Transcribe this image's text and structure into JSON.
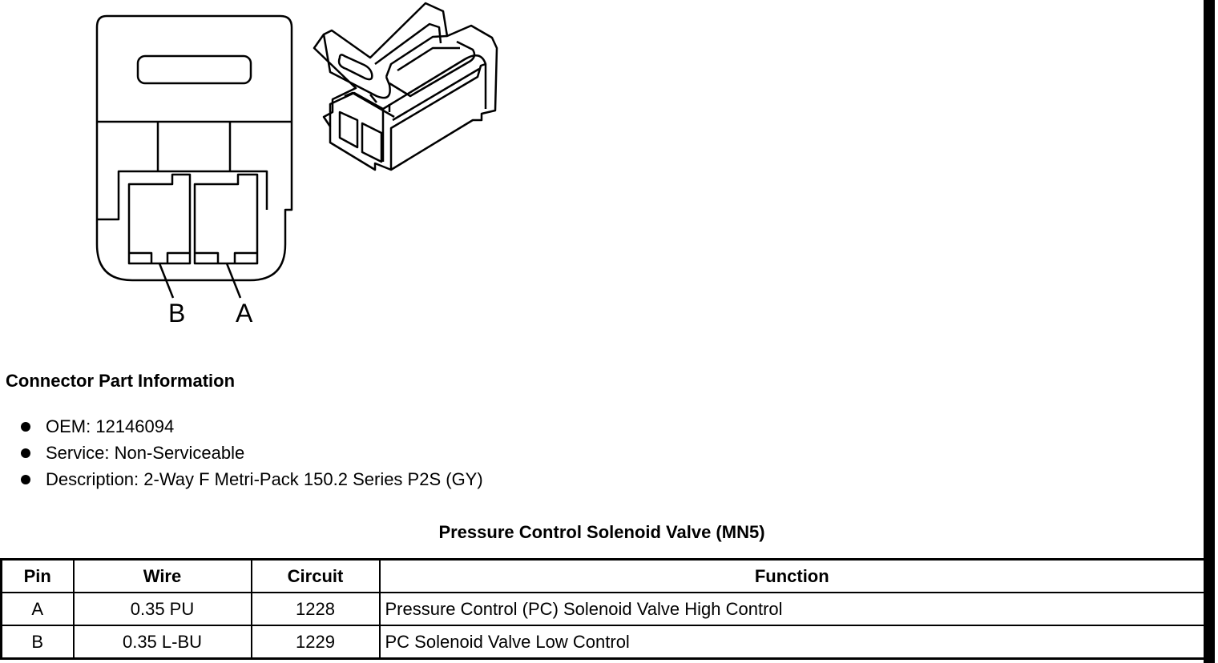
{
  "diagram": {
    "pin_labels": [
      "B",
      "A"
    ]
  },
  "connector_info": {
    "title": "Connector Part Information",
    "items": [
      "OEM: 12146094",
      "Service: Non-Serviceable",
      "Description: 2-Way F Metri-Pack 150.2 Series P2S (GY)"
    ]
  },
  "pin_table": {
    "title": "Pressure Control Solenoid Valve (MN5)",
    "headers": [
      "Pin",
      "Wire",
      "Circuit",
      "Function"
    ],
    "rows": [
      [
        "A",
        "0.35 PU",
        "1228",
        "Pressure Control (PC) Solenoid Valve High Control"
      ],
      [
        "B",
        "0.35 L-BU",
        "1229",
        "PC Solenoid Valve Low Control"
      ]
    ]
  }
}
